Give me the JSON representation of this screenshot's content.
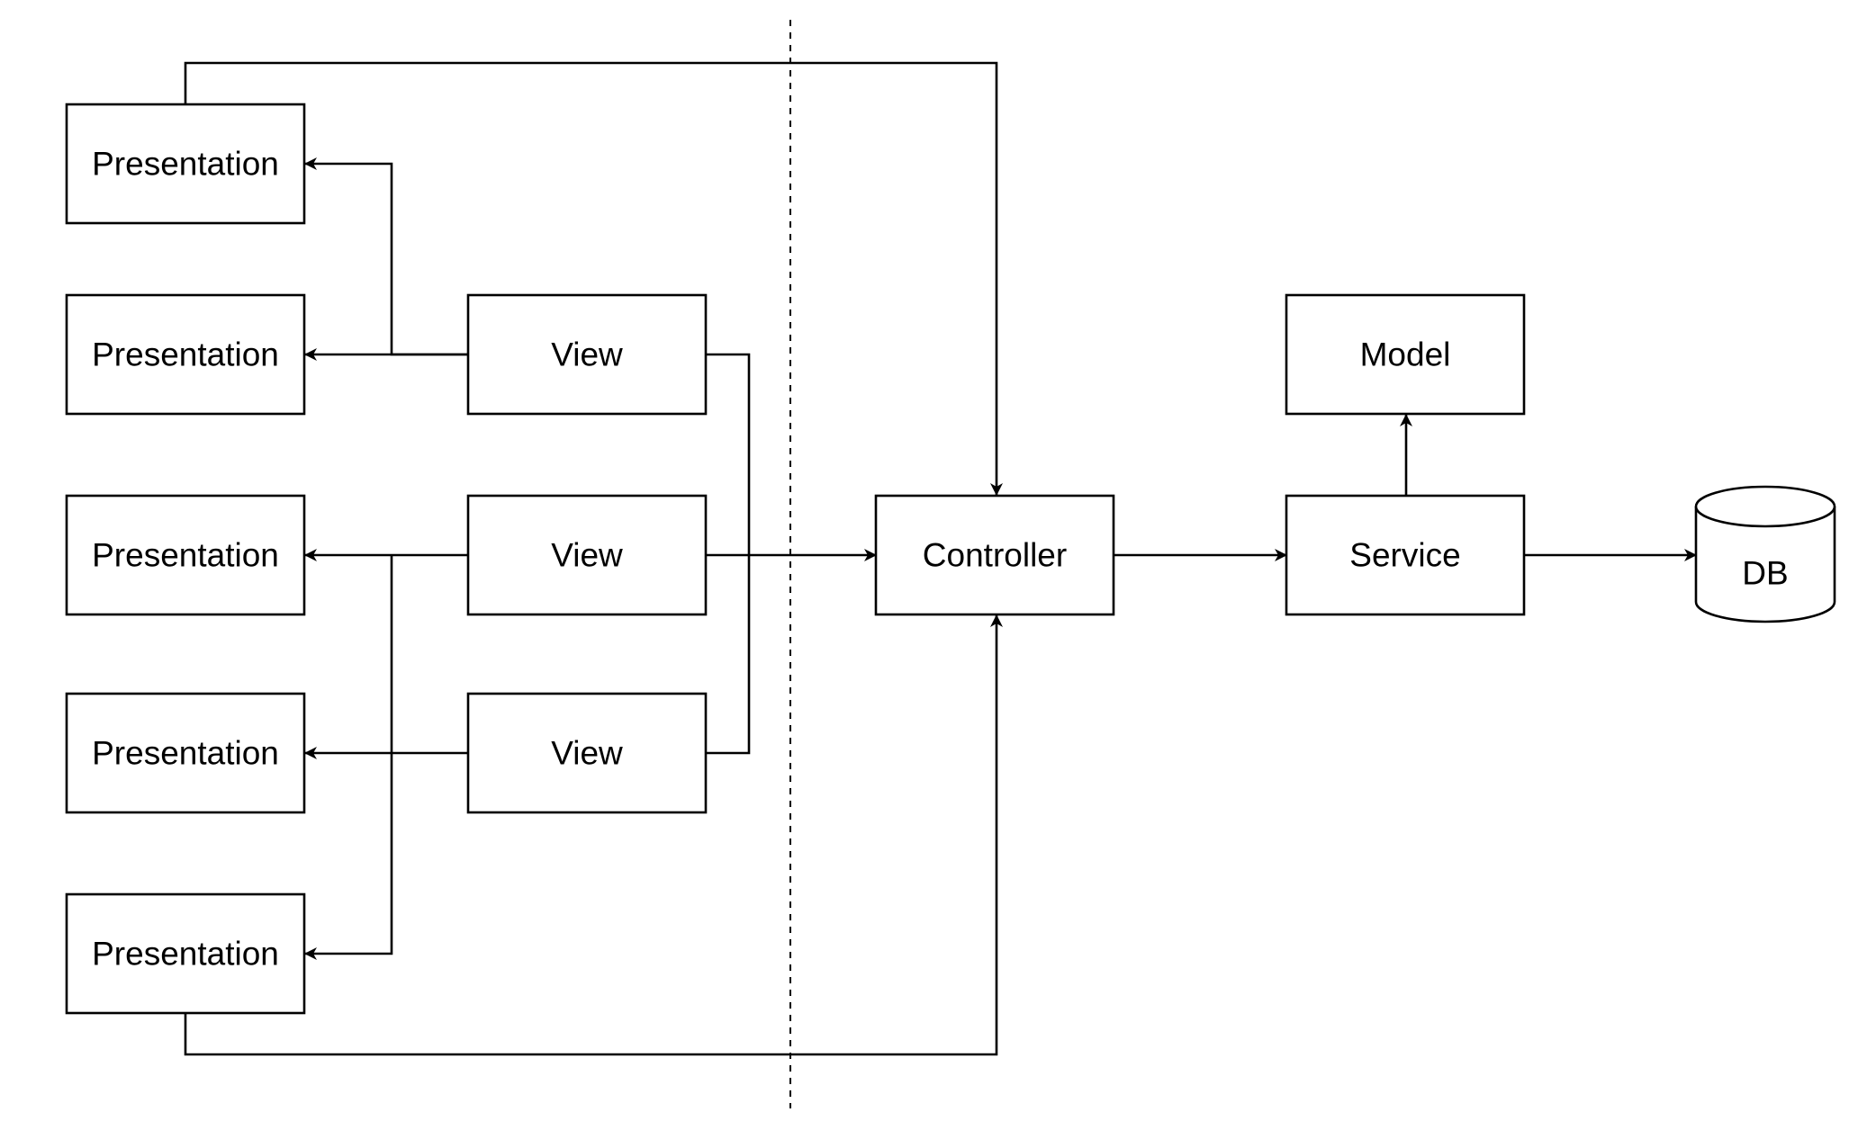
{
  "nodes": {
    "presentation_1": "Presentation",
    "presentation_2": "Presentation",
    "presentation_3": "Presentation",
    "presentation_4": "Presentation",
    "presentation_5": "Presentation",
    "view_1": "View",
    "view_2": "View",
    "view_3": "View",
    "controller": "Controller",
    "service": "Service",
    "model": "Model",
    "db": "DB"
  },
  "edges": [
    {
      "from": "view_1",
      "to": "presentation_1"
    },
    {
      "from": "view_1",
      "to": "presentation_2"
    },
    {
      "from": "view_2",
      "to": "presentation_3"
    },
    {
      "from": "view_2",
      "to": "presentation_5"
    },
    {
      "from": "view_3",
      "to": "presentation_4"
    },
    {
      "from": "view_1",
      "to": "controller"
    },
    {
      "from": "view_2",
      "to": "controller"
    },
    {
      "from": "view_3",
      "to": "controller"
    },
    {
      "from": "presentation_1",
      "to": "controller"
    },
    {
      "from": "presentation_5",
      "to": "controller"
    },
    {
      "from": "controller",
      "to": "service"
    },
    {
      "from": "service",
      "to": "model"
    },
    {
      "from": "service",
      "to": "db"
    }
  ],
  "colors": {
    "stroke": "#000000",
    "fill": "#ffffff",
    "background": "#ffffff"
  }
}
